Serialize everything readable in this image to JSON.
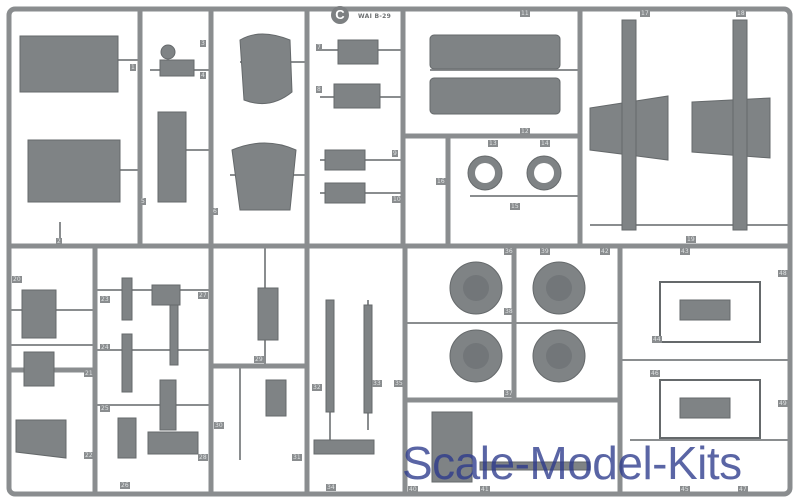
{
  "sprue": {
    "letter": "C",
    "code": "WAI B-29",
    "colors": {
      "frame": "#8a8d8f",
      "part": "#7f8385",
      "part_dark": "#65696b",
      "bg": "#ffffff"
    }
  },
  "part_numbers": [
    "1",
    "2",
    "3",
    "4",
    "5",
    "6",
    "7",
    "8",
    "9",
    "10",
    "11",
    "12",
    "13",
    "14",
    "15",
    "16",
    "17",
    "18",
    "19",
    "20",
    "21",
    "22",
    "23",
    "24",
    "25",
    "26",
    "27",
    "28",
    "29",
    "30",
    "31",
    "32",
    "33",
    "34",
    "35",
    "36",
    "37",
    "38",
    "39",
    "40",
    "41",
    "42",
    "43",
    "44",
    "45",
    "46",
    "47",
    "48",
    "49"
  ],
  "watermark": {
    "text": "Scale-Model-Kits",
    "color": "#2c3a8c"
  }
}
